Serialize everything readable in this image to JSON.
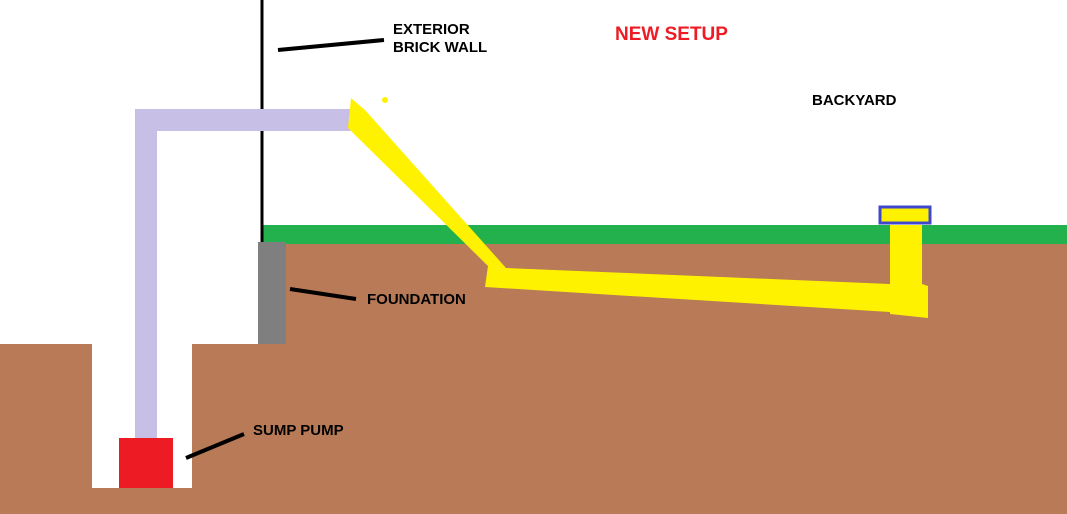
{
  "title": "NEW SETUP",
  "labels": {
    "exterior_line1": "EXTERIOR",
    "exterior_line2": "BRICK WALL",
    "backyard": "BACKYARD",
    "foundation": "FOUNDATION",
    "sump_pump": "SUMP PUMP"
  },
  "colors": {
    "soil": "#b97a57",
    "grass": "#22b14c",
    "foundation": "#7f7f7f",
    "indoor_pipe": "#c8bfe7",
    "discharge_pipe": "#fff200",
    "sump_pump": "#ed1c24",
    "outlet_cap": "#3f48cc",
    "wall_line": "#000000",
    "title": "#ed1c24"
  }
}
